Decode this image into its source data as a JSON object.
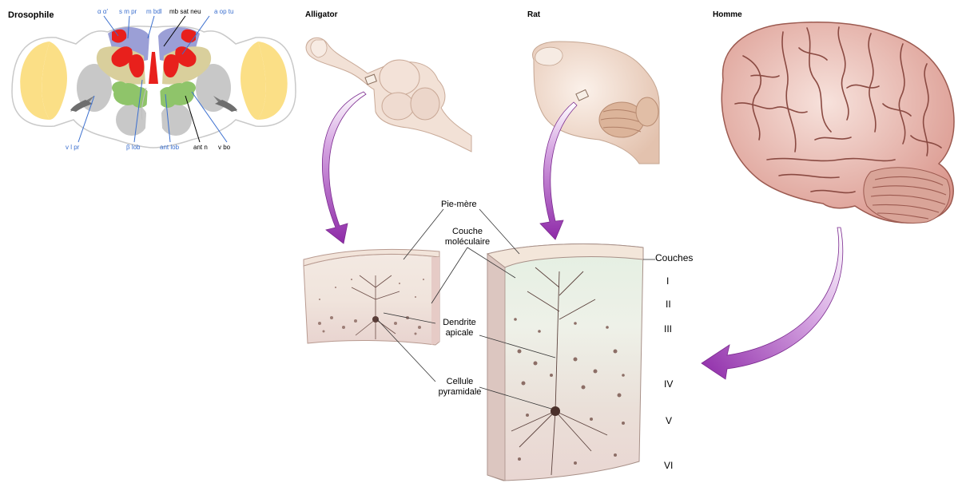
{
  "panels": {
    "drosophila": {
      "title": "Drosophile",
      "labels": {
        "alpha": "α α'",
        "smpr": "s m pr",
        "mbdl": "m bdl",
        "mbsatneu": "mb sat neu",
        "aoptu": "a op tu",
        "vlpr": "v l pr",
        "blob": "β lob",
        "antlob": "ant lob",
        "antn": "ant n",
        "vbo": "v bo"
      }
    },
    "alligator": {
      "title": "Alligator"
    },
    "rat": {
      "title": "Rat"
    },
    "human": {
      "title": "Homme"
    }
  },
  "cortex": {
    "labels": {
      "pia": "Pie-mère",
      "molecular_1": "Couche",
      "molecular_2": "moléculaire",
      "dendrite_1": "Dendrite",
      "dendrite_2": "apicale",
      "pyramidal_1": "Cellule",
      "pyramidal_2": "pyramidale"
    },
    "layers_title": "Couches",
    "layers": [
      "I",
      "II",
      "III",
      "IV",
      "V",
      "VI"
    ]
  },
  "colors": {
    "arrow": "#9b3fb5",
    "brain": "#e8b5ad",
    "fly_red": "#e8201c",
    "fly_blue": "#9b9fd6",
    "fly_tan": "#d9cf9c",
    "fly_green": "#8fc46a",
    "fly_yellow": "#fbdf86",
    "fly_label": "#3b6fcf"
  }
}
